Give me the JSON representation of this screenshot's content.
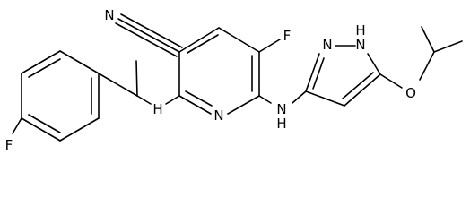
{
  "molecule": {
    "atoms": {
      "nitrile_n": "N",
      "ring_f": "F",
      "pyridine_n": "N",
      "nh_left": "H",
      "nh_right": "H",
      "nh_right_n": "N",
      "pyrazole_n1": "N",
      "pyrazole_n2": "N",
      "pyrazole_h": "H",
      "ether_o": "O",
      "aryl_f": "F"
    }
  }
}
